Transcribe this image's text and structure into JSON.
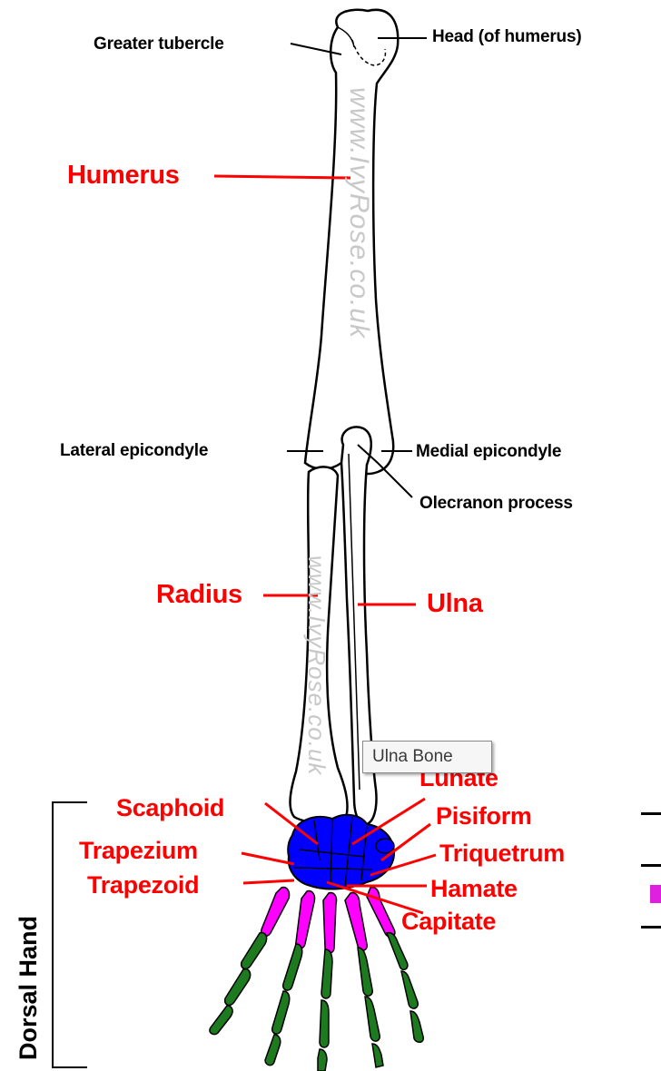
{
  "colors": {
    "label_red": "#ff0000",
    "label_black": "#000000",
    "carpal_blue": "#0000ff",
    "metacarpal_magenta": "#ff00ff",
    "phalange_green": "#1e7a1e",
    "bone_outline": "#000000",
    "watermark": "#c8c8c8"
  },
  "labels": {
    "greater_tubercle": "Greater tubercle",
    "head_of_humerus": "Head (of humerus)",
    "humerus": "Humerus",
    "lateral_epicondyle": "Lateral epicondyle",
    "medial_epicondyle": "Medial epicondyle",
    "olecranon_process": "Olecranon process",
    "radius": "Radius",
    "ulna": "Ulna",
    "lunate": "Lunate",
    "scaphoid": "Scaphoid",
    "pisiform": "Pisiform",
    "trapezium": "Trapezium",
    "triquetrum": "Triquetrum",
    "trapezoid": "Trapezoid",
    "hamate": "Hamate",
    "capitate": "Capitate"
  },
  "section": {
    "dorsal_hand": "Dorsal Hand"
  },
  "watermarks": {
    "upper": "www.IvyRose.co.uk",
    "lower": "www.IvyRose.co.uk"
  },
  "tooltip": {
    "text": "Ulna Bone"
  },
  "icons": [
    "tooltip"
  ]
}
